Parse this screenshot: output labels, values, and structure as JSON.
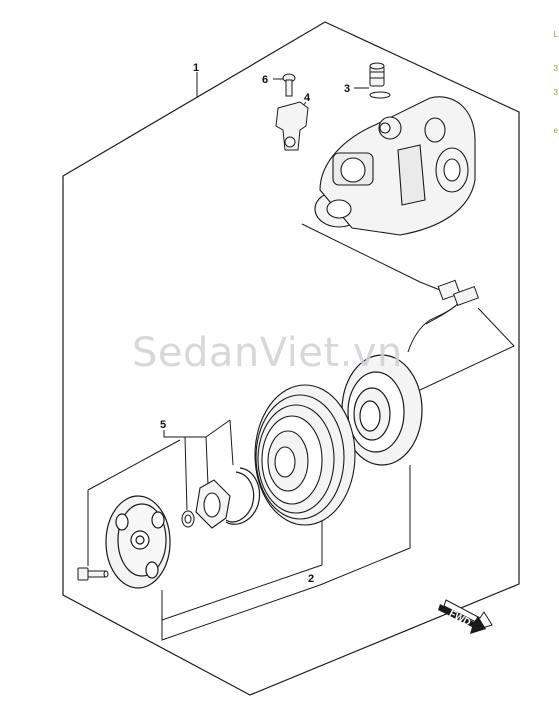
{
  "callouts": {
    "c1": "1",
    "c2": "2",
    "c3": "3",
    "c4": "4",
    "c5": "5",
    "c6": "6"
  },
  "watermark": {
    "text": "SedanViet.vn"
  },
  "fwd": {
    "text": "FWD"
  },
  "edge_marks": [
    "L",
    "3",
    "3",
    "e"
  ],
  "colors": {
    "line": "#1a1a1a",
    "part_fill": "#f4f4f4",
    "watermark": "#cfd2d6",
    "edge_accent": "#d08a2a"
  }
}
